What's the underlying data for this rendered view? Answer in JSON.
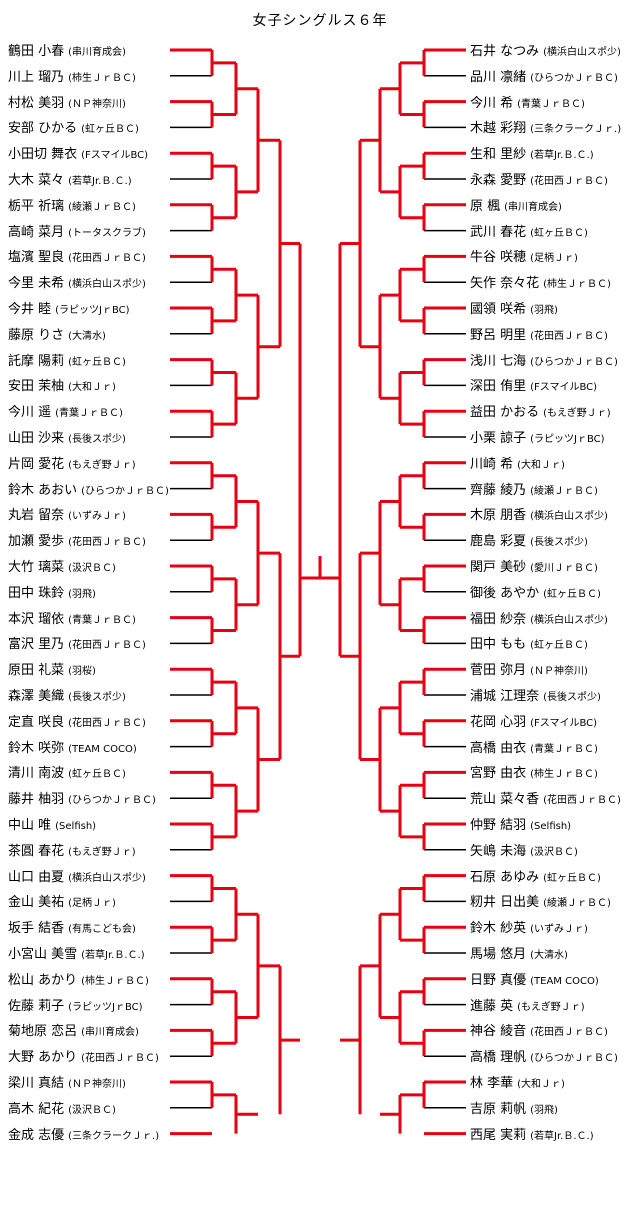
{
  "title": "女子シングルス６年",
  "colors": {
    "winner_line": "#e60012",
    "loser_line": "#000000"
  },
  "bracket": {
    "left": [
      {
        "name": "鶴田 小春",
        "club": "(串川育成会)"
      },
      {
        "name": "川上 瑠乃",
        "club": "(柿生ＪｒＢＣ)"
      },
      {
        "name": "村松 美羽",
        "club": "(ＮＰ神奈川)"
      },
      {
        "name": "安部 ひかる",
        "club": "(虹ヶ丘ＢＣ)"
      },
      {
        "name": "小田切 舞衣",
        "club": "(FスマイルBC)"
      },
      {
        "name": "大木 菜々",
        "club": "(若草Jr.Ｂ.Ｃ.)"
      },
      {
        "name": "栃平 祈璃",
        "club": "(綾瀬ＪｒＢＣ)"
      },
      {
        "name": "高崎 菜月",
        "club": "(トータスクラブ)"
      },
      {
        "name": "塩濱 聖良",
        "club": "(花田西ＪｒＢＣ)"
      },
      {
        "name": "今里 未希",
        "club": "(横浜白山スポ少)"
      },
      {
        "name": "今井 睦",
        "club": "(ラピッツJｒBC)"
      },
      {
        "name": "藤原 りさ",
        "club": "(大清水)"
      },
      {
        "name": "託摩 陽莉",
        "club": "(虹ヶ丘ＢＣ)"
      },
      {
        "name": "安田 茉柚",
        "club": "(大和Ｊｒ)"
      },
      {
        "name": "今川 遥",
        "club": "(青葉ＪｒＢＣ)"
      },
      {
        "name": "山田 沙来",
        "club": "(長後スポ少)"
      },
      {
        "name": "片岡 愛花",
        "club": "(もえぎ野Ｊｒ)"
      },
      {
        "name": "鈴木 あおい",
        "club": "(ひらつかＪｒＢＣ)"
      },
      {
        "name": "丸岩 留奈",
        "club": "(いずみＪｒ)"
      },
      {
        "name": "加瀬 愛歩",
        "club": "(花田西ＪｒＢＣ)"
      },
      {
        "name": "大竹 璃菜",
        "club": "(汲沢ＢＣ)"
      },
      {
        "name": "田中 珠鈴",
        "club": "(羽飛)"
      },
      {
        "name": "本沢 瑠依",
        "club": "(青葉ＪｒＢＣ)"
      },
      {
        "name": "富沢 里乃",
        "club": "(花田西ＪｒＢＣ)"
      },
      {
        "name": "原田 礼菜",
        "club": "(羽桜)"
      },
      {
        "name": "森澤 美織",
        "club": "(長後スポ少)"
      },
      {
        "name": "定直 咲良",
        "club": "(花田西ＪｒＢＣ)"
      },
      {
        "name": "鈴木 咲弥",
        "club": "(TEAM COCO)"
      },
      {
        "name": "清川 南波",
        "club": "(虹ヶ丘ＢＣ)"
      },
      {
        "name": "藤井 柚羽",
        "club": "(ひらつかＪｒＢＣ)"
      },
      {
        "name": "中山 唯",
        "club": "(Selfish)"
      },
      {
        "name": "茶圓 春花",
        "club": "(もえぎ野Ｊｒ)"
      },
      {
        "name": "山口 由夏",
        "club": "(横浜白山スポ少)"
      },
      {
        "name": "金山 美祐",
        "club": "(足柄Ｊｒ)"
      },
      {
        "name": "坂手 結香",
        "club": "(有馬こども会)"
      },
      {
        "name": "小宮山 美雪",
        "club": "(若草Jr.Ｂ.Ｃ.)"
      },
      {
        "name": "松山 あかり",
        "club": "(柿生ＪｒＢＣ)"
      },
      {
        "name": "佐藤 莉子",
        "club": "(ラピッツJｒBC)"
      },
      {
        "name": "菊地原 恋呂",
        "club": "(串川育成会)"
      },
      {
        "name": "大野 あかり",
        "club": "(花田西ＪｒＢＣ)"
      },
      {
        "name": "梁川 真結",
        "club": "(ＮＰ神奈川)"
      },
      {
        "name": "高木 紀花",
        "club": "(汲沢ＢＣ)"
      },
      {
        "name": "金成 志優",
        "club": "(三条クラークＪｒ.)"
      }
    ],
    "right": [
      {
        "name": "石井 なつみ",
        "club": "(横浜白山スポ少)"
      },
      {
        "name": "品川 凛緒",
        "club": "(ひらつかＪｒＢＣ)"
      },
      {
        "name": "今川 希",
        "club": "(青葉ＪｒＢＣ)"
      },
      {
        "name": "木越 彩翔",
        "club": "(三条クラークＪｒ.)"
      },
      {
        "name": "生和 里紗",
        "club": "(若草Jr.Ｂ.Ｃ.)"
      },
      {
        "name": "永森 愛野",
        "club": "(花田西ＪｒＢＣ)"
      },
      {
        "name": "原 楓",
        "club": "(串川育成会)"
      },
      {
        "name": "武川 春花",
        "club": "(虹ヶ丘ＢＣ)"
      },
      {
        "name": "牛谷 咲穂",
        "club": "(足柄Ｊｒ)"
      },
      {
        "name": "矢作 奈々花",
        "club": "(柿生ＪｒＢＣ)"
      },
      {
        "name": "國領 咲希",
        "club": "(羽飛)"
      },
      {
        "name": "野呂 明里",
        "club": "(花田西ＪｒＢＣ)"
      },
      {
        "name": "浅川 七海",
        "club": "(ひらつかＪｒＢＣ)"
      },
      {
        "name": "深田 侑里",
        "club": "(FスマイルBC)"
      },
      {
        "name": "益田 かおる",
        "club": "(もえぎ野Ｊｒ)"
      },
      {
        "name": "小栗 諒子",
        "club": "(ラピッツJｒBC)"
      },
      {
        "name": "川崎 希",
        "club": "(大和Ｊｒ)"
      },
      {
        "name": "齊藤 綾乃",
        "club": "(綾瀬ＪｒＢＣ)"
      },
      {
        "name": "木原 朋香",
        "club": "(横浜白山スポ少)"
      },
      {
        "name": "鹿島 彩夏",
        "club": "(長後スポ少)"
      },
      {
        "name": "関戸 美砂",
        "club": "(愛川ＪｒＢＣ)"
      },
      {
        "name": "御後 あやか",
        "club": "(虹ヶ丘ＢＣ)"
      },
      {
        "name": "福田 紗奈",
        "club": "(横浜白山スポ少)"
      },
      {
        "name": "田中 もも",
        "club": "(虹ヶ丘ＢＣ)"
      },
      {
        "name": "菅田 弥月",
        "club": "(ＮＰ神奈川)"
      },
      {
        "name": "浦城 江理奈",
        "club": "(長後スポ少)"
      },
      {
        "name": "花岡 心羽",
        "club": "(FスマイルBC)"
      },
      {
        "name": "高橋 由衣",
        "club": "(青葉ＪｒＢＣ)"
      },
      {
        "name": "宮野 由衣",
        "club": "(柿生ＪｒＢＣ)"
      },
      {
        "name": "荒山 菜々香",
        "club": "(花田西ＪｒＢＣ)"
      },
      {
        "name": "仲野 結羽",
        "club": "(Selfish)"
      },
      {
        "name": "矢嶋 未海",
        "club": "(汲沢ＢＣ)"
      },
      {
        "name": "石原 あゆみ",
        "club": "(虹ヶ丘ＢＣ)"
      },
      {
        "name": "籾井 日出美",
        "club": "(綾瀬ＪｒＢＣ)"
      },
      {
        "name": "鈴木 紗英",
        "club": "(いずみＪｒ)"
      },
      {
        "name": "馬場 悠月",
        "club": "(大清水)"
      },
      {
        "name": "日野 真優",
        "club": "(TEAM COCO)"
      },
      {
        "name": "進藤 英",
        "club": "(もえぎ野Ｊｒ)"
      },
      {
        "name": "神谷 綾音",
        "club": "(花田西ＪｒＢＣ)"
      },
      {
        "name": "高橋 理帆",
        "club": "(ひらつかＪｒＢＣ)"
      },
      {
        "name": "林 李華",
        "club": "(大和Ｊｒ)"
      },
      {
        "name": "吉原 莉帆",
        "club": "(羽飛)"
      },
      {
        "name": "西尾 実莉",
        "club": "(若草Jr.Ｂ.Ｃ.)"
      }
    ]
  }
}
